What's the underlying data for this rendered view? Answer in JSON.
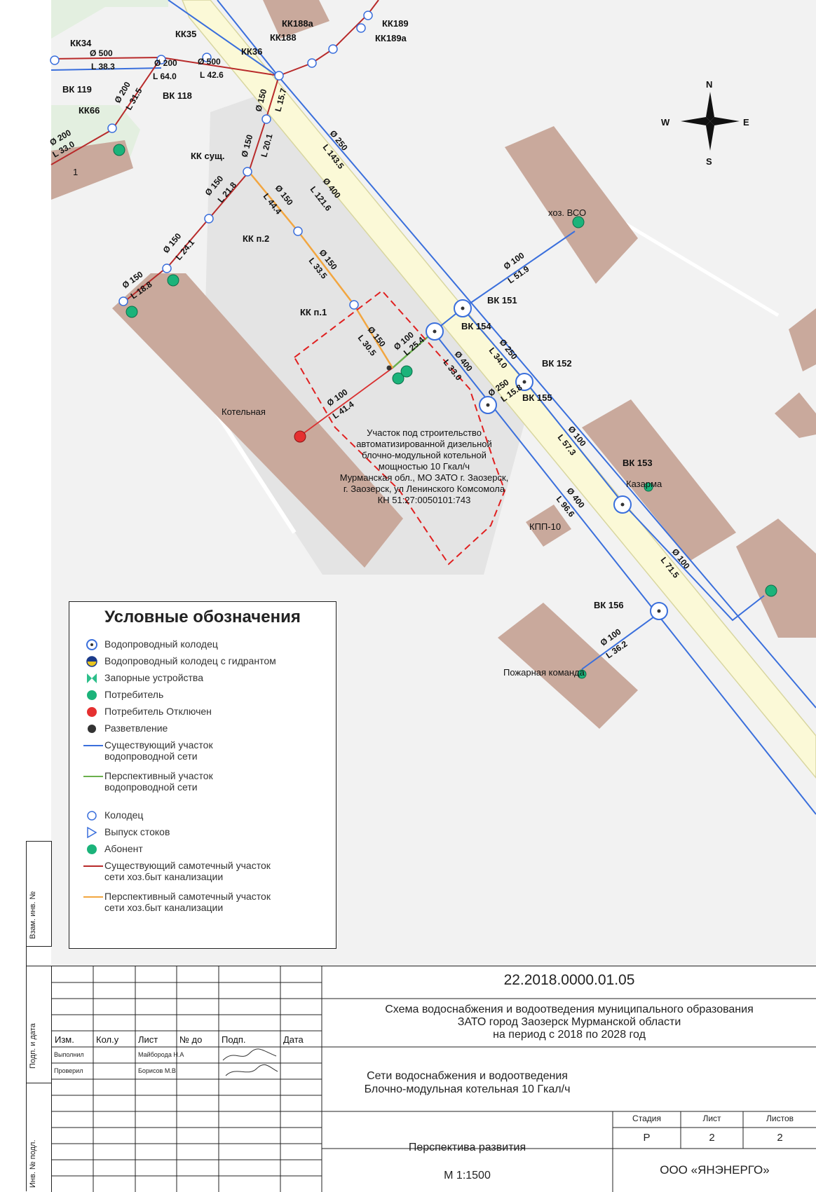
{
  "compass": {
    "n": "N",
    "s": "S",
    "w": "W",
    "e": "E"
  },
  "labels": {
    "kk34": "КК34",
    "kk35": "КК35",
    "kk36": "КК36",
    "kk188": "КК188",
    "kk188a": "КК188а",
    "kk189": "КК189",
    "kk189a": "КК189а",
    "bk119": "ВК 119",
    "bk118": "ВК 118",
    "kk66": "КК66",
    "kk_exist": "КК сущ.",
    "kk_p2": "КК п.2",
    "kk_p1": "КК п.1",
    "bk151": "ВК 151",
    "bk154": "ВК 154",
    "bk152": "ВК 152",
    "bk155": "ВК 155",
    "bk153": "ВК 153",
    "bk156": "ВК 156"
  },
  "dims": {
    "d500a": "Ø 500",
    "l383": "L 38.3",
    "d200a": "Ø 200",
    "l640": "L 64.0",
    "d500b": "Ø 500",
    "l426": "L 42.6",
    "d200b": "Ø 200",
    "l315": "L 31.5",
    "d200c": "Ø 200",
    "l330a": "L 33.0",
    "d150a": "Ø 150",
    "l157": "L 15.7",
    "d150b": "Ø 150",
    "l201": "L 20.1",
    "d250a": "Ø 250",
    "l1435": "L 143.5",
    "d400a": "Ø 400",
    "l1216": "L 121.6",
    "d150c": "Ø 150",
    "l444": "L 44.4",
    "d150d": "Ø 150",
    "l218": "L 21.8",
    "d150e": "Ø 150",
    "l241": "L 24.1",
    "d150f": "Ø 150",
    "l188": "L 18.8",
    "d150g": "Ø 150",
    "l335": "L 33.5",
    "d100a": "Ø 100",
    "l519": "L 51.9",
    "d150h": "Ø 150",
    "l305": "L 30.5",
    "d100b": "Ø 100",
    "l254": "L 25.4",
    "d400b": "Ø 400",
    "l330b": "L 33.0",
    "d250b": "Ø 250",
    "l340": "L 34.0",
    "d250c": "Ø 250",
    "l158": "L 15.8",
    "d100c": "Ø 100",
    "l414": "L 41.4",
    "d100d": "Ø 100",
    "l573": "L 57.3",
    "d400c": "Ø 400",
    "l966": "L 96.6",
    "d100e": "Ø 100",
    "l715": "L 71.5",
    "d100f": "Ø 100",
    "l362": "L 36.2"
  },
  "buildings": {
    "b1": "1",
    "hoz": "хоз. ВСО",
    "kotel": "Котельная",
    "kazarma": "Казарма",
    "kpp": "КПП-10",
    "pozh": "Пожарная команда"
  },
  "site_note": [
    "Участок под строительство",
    "автоматизированной дизельной",
    "блочно-модульной котельной",
    "мощностью 10 Гкал/ч",
    "Мурманская обл., МО ЗАТО г. Заозерск,",
    "г. Заозерск, ул Ленинского Комсомола",
    "КН 51:27:0050101:743"
  ],
  "legend": {
    "title": "Условные обозначения",
    "items": [
      {
        "sym": "well",
        "text": "Водопроводный колодец"
      },
      {
        "sym": "hydrant",
        "text": "Водопроводный колодец с гидрантом"
      },
      {
        "sym": "valve",
        "text": "Запорные устройства"
      },
      {
        "sym": "consumer",
        "text": "Потребитель"
      },
      {
        "sym": "off",
        "text": "Потребитель Отключен"
      },
      {
        "sym": "branch",
        "text": "Разветвление"
      },
      {
        "sym": "blue",
        "text": "Существующий участок\nводопроводной сети"
      },
      {
        "sym": "green",
        "text": "Перспективный участок\nводопроводной сети"
      },
      {
        "sym": "manhole",
        "text": "Колодец"
      },
      {
        "sym": "outlet",
        "text": "Выпуск стоков"
      },
      {
        "sym": "consumer",
        "text": "Абонент"
      },
      {
        "sym": "red",
        "text": "Существующий самотечный участок\nсети хоз.быт канализации"
      },
      {
        "sym": "orange",
        "text": "Перспективный самотечный участок\nсети хоз.быт канализации"
      }
    ]
  },
  "title_block": {
    "code": "22.2018.0000.01.05",
    "title_lines": [
      "Схема водоснабжения и водоотведения муниципального образования",
      "ЗАТО город Заозерск Мурманской области",
      "на период с 2018 по 2028 год"
    ],
    "cols": [
      "Изм.",
      "Кол.у",
      "Лист",
      "№ до",
      "Подп.",
      "Дата"
    ],
    "made_role": "Выполнил",
    "made_name": "Майборода Н.А",
    "check_role": "Проверил",
    "check_name": "Борисов М.В",
    "sheet_title": [
      "Сети водоснабжения и водоотведения",
      "Блочно-модульная котельная 10 Гкал/ч"
    ],
    "stage_h": "Стадия",
    "sheet_h": "Лист",
    "sheets_h": "Листов",
    "stage": "Р",
    "sheet": "2",
    "sheets": "2",
    "subtitle": "Перспектива развития",
    "scale": "М 1:1500",
    "org": "ООО «ЯНЭНЕРГО»"
  },
  "side": {
    "a": "Взам. инв. №",
    "b": "Подп. и дата",
    "c": "Инв. № подл."
  },
  "colors": {
    "water": "#3a6fdc",
    "sewer": "#b82a2a",
    "new_sewer": "#f2a640",
    "new_water": "#6ab04c",
    "building": "#c9a99c",
    "road": "#f3f0c2",
    "consumer": "#1bb37a"
  }
}
